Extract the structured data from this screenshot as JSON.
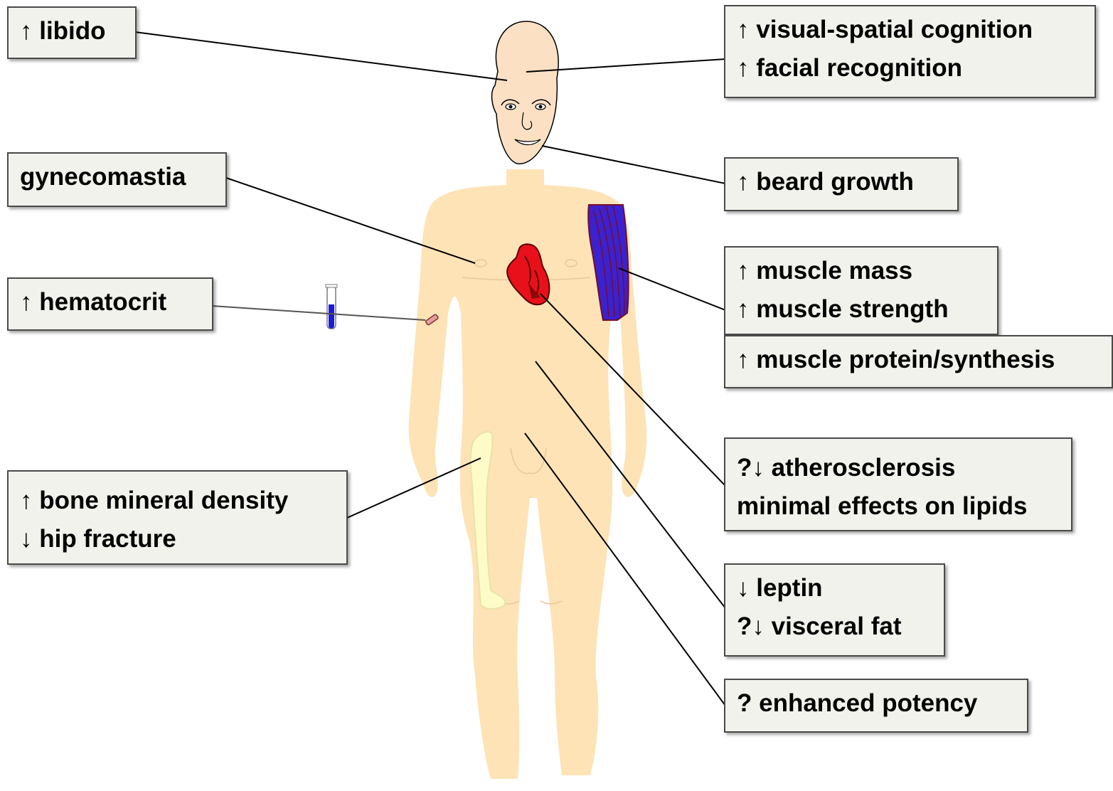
{
  "labels": {
    "libido": [
      "↑ libido"
    ],
    "cognition": [
      "↑ visual-spatial cognition",
      "↑ facial recognition"
    ],
    "beard": [
      "↑ beard growth"
    ],
    "gynecomastia": [
      "gynecomastia"
    ],
    "hematocrit": [
      "↑ hematocrit"
    ],
    "muscle": [
      "↑ muscle mass",
      "↑ muscle strength"
    ],
    "muscle_protein": [
      "↑ muscle protein/synthesis"
    ],
    "athero": [
      "?↓ atherosclerosis",
      "minimal effects on lipids"
    ],
    "bone": [
      "↑ bone mineral density",
      "↓ hip fracture"
    ],
    "leptin": [
      "↓ leptin",
      "?↓ visceral fat"
    ],
    "potency": [
      "? enhanced potency"
    ]
  },
  "colors": {
    "box_fill": "#f2f2ec",
    "box_border": "#4a4a4a",
    "body_skin": "#fde3b6",
    "head_skin": "#fbe0c4",
    "heart_red": "#e8101a",
    "muscle_blue": "#3a22d0",
    "bone_yellow": "#fdfbc8",
    "connector": "#000000"
  },
  "icons": {
    "head": "face-icon",
    "heart": "heart-icon",
    "muscle": "arm-muscle-icon",
    "bone": "femur-icon",
    "tube": "test-tube-icon"
  }
}
